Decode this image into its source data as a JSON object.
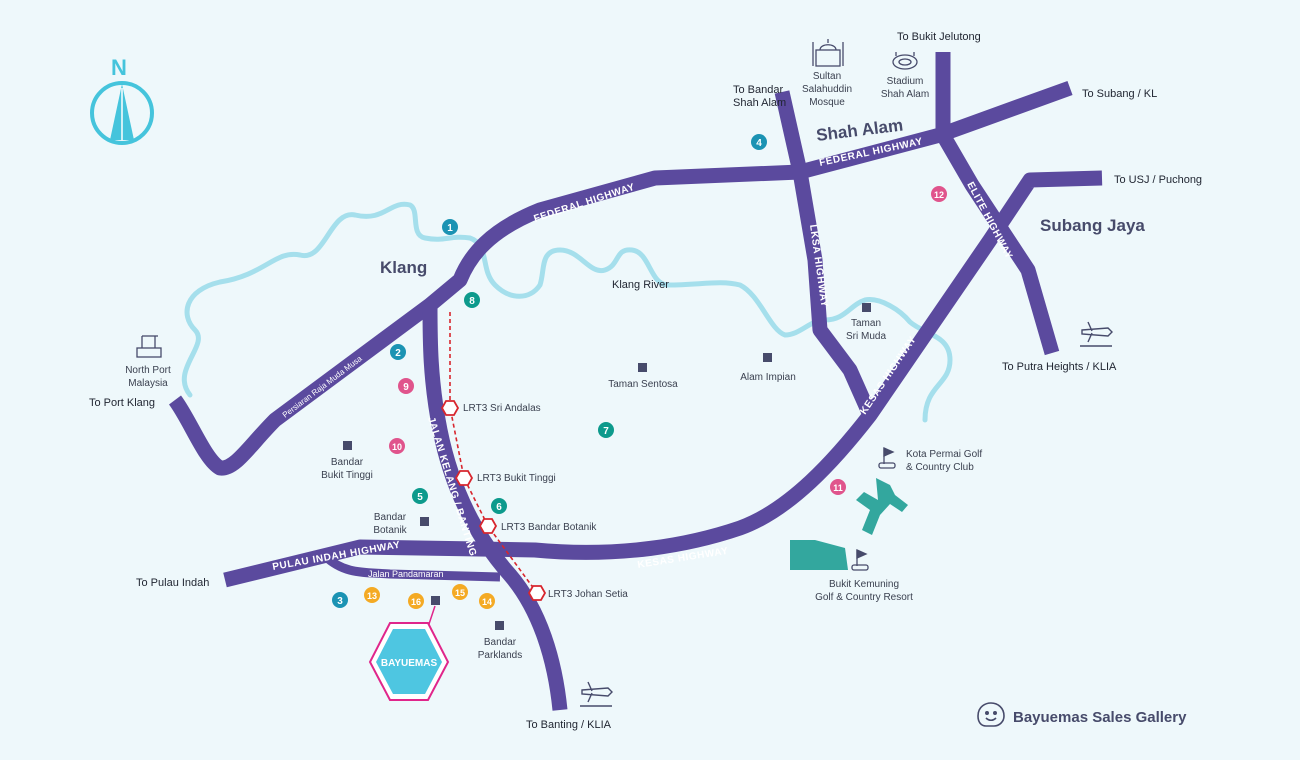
{
  "compass": {
    "label": "N"
  },
  "areas": {
    "shah_alam": "Shah Alam",
    "subang_jaya": "Subang Jaya",
    "klang": "Klang"
  },
  "river": {
    "label": "Klang River"
  },
  "highways": {
    "federal_1": "FEDERAL HIGHWAY",
    "federal_2": "FEDERAL HIGHWAY",
    "elite": "ELITE HIGHWAY",
    "lksa": "LKSA HIGHWAY",
    "kesas_1": "KESAS HIGHWAY",
    "kesas_2": "KESAS HIGHWAY",
    "pulau_indah": "PULAU INDAH HIGHWAY",
    "jalan_kelang": "JALAN KELANG / BANTING",
    "persiaran": "Persiaran Raja Muda Musa",
    "pandamaran": "Jalan Pandamaran"
  },
  "destinations": {
    "bukit_jelutong": "To Bukit Jelutong",
    "subang_kl": "To Subang / KL",
    "usj_puchong": "To USJ / Puchong",
    "putra_heights": "To Putra Heights / KLIA",
    "bandar_shah_alam_1": "To Bandar",
    "bandar_shah_alam_2": "Shah Alam",
    "port_klang": "To Port Klang",
    "pulau_indah": "To Pulau Indah",
    "banting_klia": "To Banting / KLIA"
  },
  "landmarks": {
    "mosque": [
      "Sultan",
      "Salahuddin",
      "Mosque"
    ],
    "stadium": [
      "Stadium",
      "Shah Alam"
    ],
    "north_port": [
      "North Port",
      "Malaysia"
    ],
    "kota_permai": [
      "Kota Permai Golf",
      "& Country Club"
    ],
    "bukit_kemuning": [
      "Bukit Kemuning",
      "Golf & Country Resort"
    ]
  },
  "places": {
    "taman_sri_muda": [
      "Taman",
      "Sri Muda"
    ],
    "taman_sentosa": "Taman Sentosa",
    "alam_impian": "Alam Impian",
    "bandar_bukit_tinggi": [
      "Bandar",
      "Bukit Tinggi"
    ],
    "bandar_botanik": [
      "Bandar",
      "Botanik"
    ],
    "bandar_parklands": [
      "Bandar",
      "Parklands"
    ]
  },
  "lrt_stations": [
    "LRT3 Sri Andalas",
    "LRT3 Bukit Tinggi",
    "LRT3 Bandar Botanik",
    "LRT3 Johan Setia"
  ],
  "markers": {
    "m1": "1",
    "m2": "2",
    "m3": "3",
    "m4": "4",
    "m5": "5",
    "m6": "6",
    "m7": "7",
    "m8": "8",
    "m9": "9",
    "m10": "10",
    "m11": "11",
    "m12": "12",
    "m13": "13",
    "m14": "14",
    "m15": "15",
    "m16": "16"
  },
  "project": {
    "label": "BAYUEMAS"
  },
  "sales_gallery": {
    "label": "Bayuemas Sales Gallery"
  },
  "colors": {
    "highway": "#5b4a9e",
    "river": "#a5dfec",
    "background": "#eef8fb",
    "marker_teal": "#0d9a8c",
    "marker_blue": "#1b93b3",
    "marker_pink": "#e0548c",
    "marker_orange": "#f4aa24",
    "lrt": "#d8262e",
    "bayuemas_fill": "#4ec6e1",
    "bayuemas_border": "#e0268b",
    "golf_green": "#12998d"
  }
}
